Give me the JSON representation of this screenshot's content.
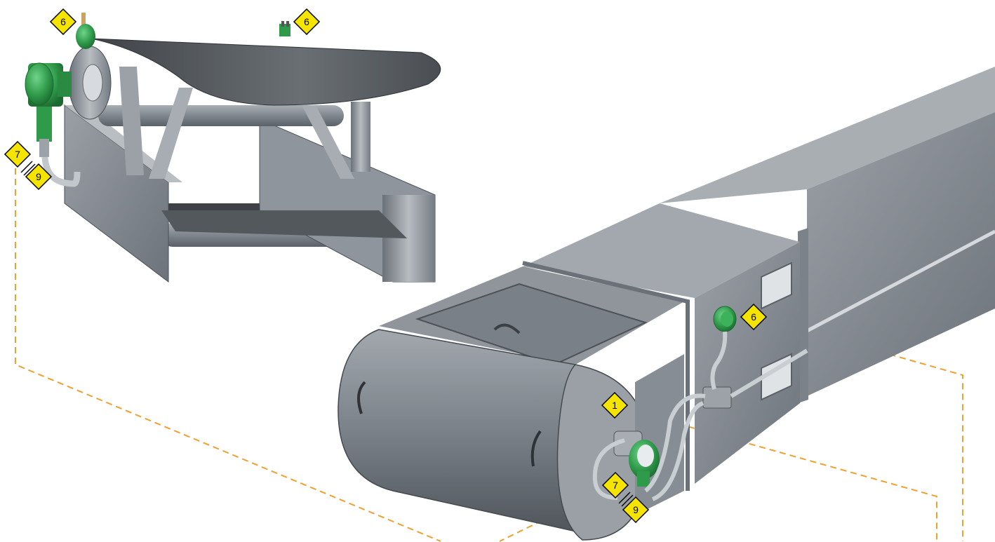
{
  "colors": {
    "marker_fill": "#f5e400",
    "marker_stroke": "#000000",
    "leader_line": "#f0a030",
    "metal_dark": "#5e656c",
    "metal_mid": "#8c939a",
    "metal_light": "#c9ced3",
    "belt": "#55595e",
    "sensor_green": "#2f9a4a",
    "sensor_green_dark": "#1c6a30"
  },
  "markers": {
    "top_left_sensor": "6",
    "top_right_sensor": "6",
    "left_cable_upper": "7",
    "left_cable_lower": "9",
    "housing_sensor": "6",
    "speed_sensor": "1",
    "pulley_cable_upper": "7",
    "pulley_cable_lower": "9"
  }
}
